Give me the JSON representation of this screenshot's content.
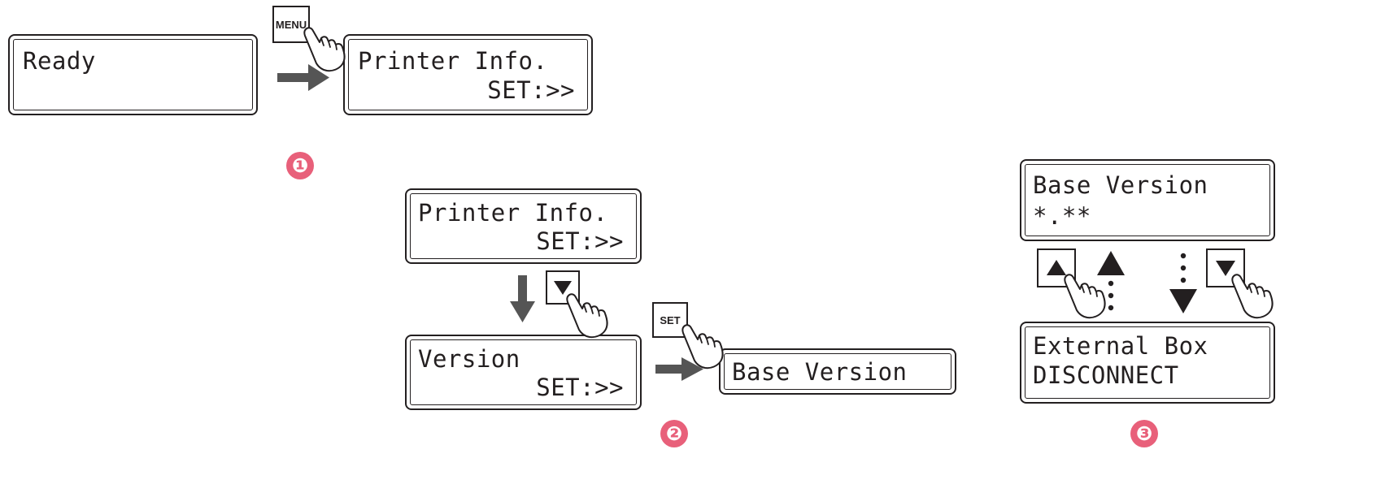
{
  "panels": {
    "ready": {
      "line1": "Ready",
      "line2": ""
    },
    "printer_info_top": {
      "line1": "Printer Info.",
      "line2": "SET:>>"
    },
    "printer_info_mid": {
      "line1": "Printer Info.",
      "line2": "SET:>>"
    },
    "version": {
      "line1": "Version",
      "line2": "SET:>>"
    },
    "base_version_small": {
      "line1": "Base Version",
      "line2": ""
    },
    "base_version": {
      "line1": "Base Version",
      "line2": "*.**"
    },
    "external_box": {
      "line1": "External Box",
      "line2": "DISCONNECT"
    }
  },
  "keys": {
    "menu": "MENU",
    "set": "SET"
  },
  "steps": [
    "❶",
    "❷",
    "❸"
  ],
  "colors": {
    "lcd_border": "#231f20",
    "arrow": "#555555",
    "step_badge": "#e8607a"
  },
  "icons": [
    "hand-pointer-icon",
    "triangle-up-icon",
    "triangle-down-icon",
    "arrow-right-icon",
    "arrow-down-icon"
  ]
}
